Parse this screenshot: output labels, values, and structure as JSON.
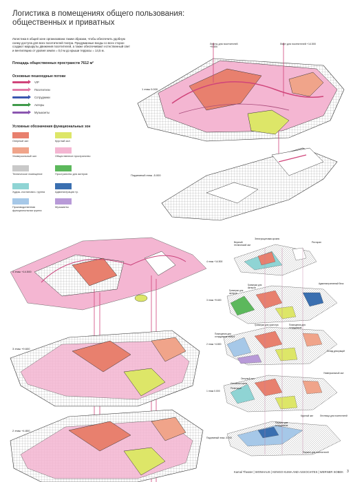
{
  "title": "Логистика в помещениях общего пользования: общественных и приватных",
  "intro": "Логистика в общей зоне организована таким образом, чтобы обеспечить удобную схему доступа для всех посетителей театра. Продуманные входы со всех сторон создают маршруты движения посетителей, а также обеспечивают естественный свет и вентиляцию от уровня земли = 0,0 м до крыши террасы = 14,5 м.",
  "area_label": "Площадь общественных пространств 7612 м²",
  "flows": {
    "heading": "Основные пешеходные потоки",
    "items": [
      {
        "label": "VIP",
        "color": "#d0447a"
      },
      {
        "label": "Посетители",
        "color": "#e07aa8"
      },
      {
        "label": "Сотрудники",
        "color": "#3a56b0"
      },
      {
        "label": "Актеры",
        "color": "#3f9a4a"
      },
      {
        "label": "Музыканты",
        "color": "#8a55b0"
      }
    ]
  },
  "zones": {
    "heading": "Условные обозначения функциональных зон",
    "items": [
      {
        "label": "Оперный зал",
        "color": "#e8806e"
      },
      {
        "label": "Круглый зал",
        "color": "#dde668"
      },
      {
        "label": "Универсальный зал",
        "color": "#f0a48a"
      },
      {
        "label": "Общественное пространство",
        "color": "#f4b6d2"
      },
      {
        "label": "Техническое помещение",
        "color": "#c9c9c9"
      },
      {
        "label": "Пространство для актеров",
        "color": "#5cb85c"
      },
      {
        "label": "Худож.-постановоч. группа",
        "color": "#8fd4d4"
      },
      {
        "label": "Администрация тр.",
        "color": "#3a6fb0"
      },
      {
        "label": "Производственная функциональная группа",
        "color": "#a6c8e8"
      },
      {
        "label": "Музыканты",
        "color": "#b89ad8"
      }
    ]
  },
  "floors_main": [
    {
      "label": "1 этаж 0.000"
    },
    {
      "label": "Подземный этаж -5.000"
    },
    {
      "label": "4 этаж +14.500"
    },
    {
      "label": "3 этаж +9.600"
    },
    {
      "label": "2 этаж +4.800"
    }
  ],
  "lift_labels": [
    {
      "label": "Лифты для посетителей +9.600"
    },
    {
      "label": "Лифт для посетителей +14.500"
    }
  ],
  "small": {
    "floors": [
      "4 этаж +14.500",
      "3 этаж +9.600",
      "2 этаж +4.800",
      "1 этаж 0.000",
      "Подземный этаж -5.000"
    ],
    "callouts": [
      "Электрощитовая кровля",
      "Ресторан",
      "Верхний технический зал",
      "Гримерки для актеров",
      "Административный блок",
      "Гримерки для актеров",
      "Помещения для сотрудников",
      "Гримерки для оркестра",
      "Помещения для сотрудников театра",
      "Склад декораций",
      "Универсальный зал",
      "Оперный зал",
      "Основная сцена",
      "Репетиции",
      "Круглый зал",
      "Лестница для посетителей",
      "Паркинг для сотрудников",
      "Паркинг для посетителей"
    ]
  },
  "footer": "Kamal Theater | WONHAUS | KENGO KUMA AND ASSOCIATES | WERNER SOBEK",
  "page": "3"
}
